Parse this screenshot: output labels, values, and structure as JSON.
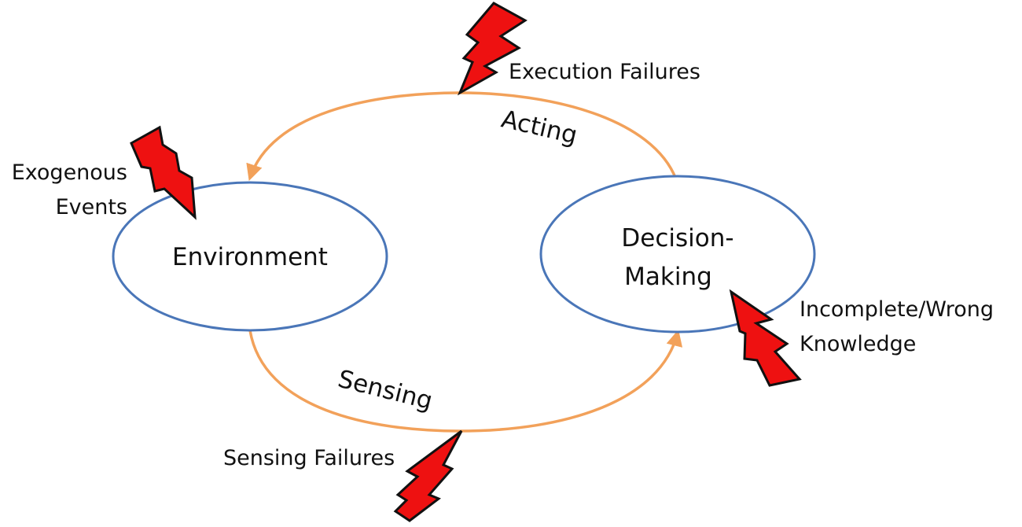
{
  "colors": {
    "node_stroke": "#4a76b8",
    "arc_stroke": "#f2a15a",
    "bolt_fill": "#ee1111",
    "bolt_stroke": "#111111",
    "text": "#111111"
  },
  "nodes": {
    "environment": {
      "label": "Environment"
    },
    "decision": {
      "label_line1": "Decision-",
      "label_line2": "Making"
    }
  },
  "arcs": {
    "acting": {
      "label": "Acting",
      "direction": "from Decision-Making to Environment"
    },
    "sensing": {
      "label": "Sensing",
      "direction": "from Environment to Decision-Making"
    }
  },
  "failures": {
    "execution": {
      "label": "Execution Failures",
      "icon": "lightning-bolt-icon"
    },
    "exogenous": {
      "line1": "Exogenous",
      "line2": "Events",
      "icon": "lightning-bolt-icon"
    },
    "knowledge": {
      "line1": "Incomplete/Wrong",
      "line2": "Knowledge",
      "icon": "lightning-bolt-icon"
    },
    "sensing": {
      "label": "Sensing Failures",
      "icon": "lightning-bolt-icon"
    }
  }
}
